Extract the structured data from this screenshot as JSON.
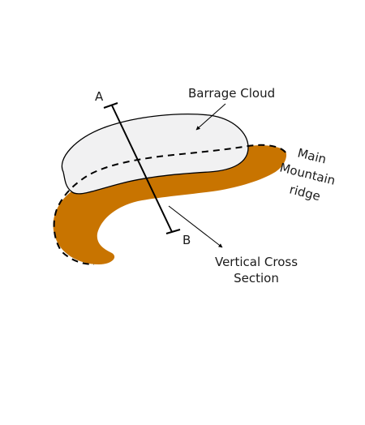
{
  "colors": {
    "ridge_fill": "#c87400",
    "cloud_fill": "#f1f1f2",
    "outline": "#000000",
    "background": "#ffffff"
  },
  "labels": {
    "cloud": "Barrage Cloud",
    "ridge_line1": "Main",
    "ridge_line2": "Mountain",
    "ridge_line3": "ridge",
    "section_line1": "Vertical Cross",
    "section_line2": "Section",
    "point_a": "A",
    "point_b": "B"
  }
}
